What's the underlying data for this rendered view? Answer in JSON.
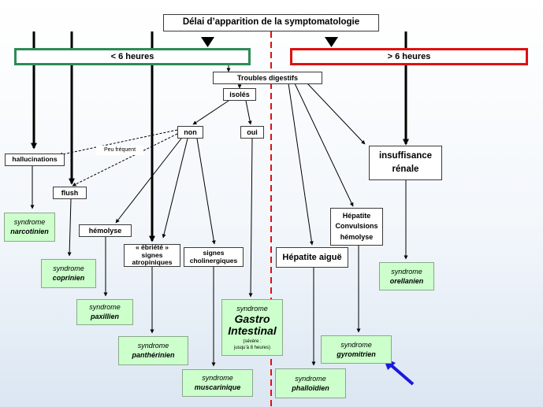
{
  "title": "Délai d’apparition de la symptomatologie",
  "branch_lt6": "< 6 heures",
  "branch_gt6": "> 6 heures",
  "troubles_digestifs": "Troubles digestifs",
  "isoles": "isolés",
  "non": "non",
  "oui": "oui",
  "peu_frequent": "Peu fréquent",
  "hallucinations": "hallucinations",
  "flush": "flush",
  "hemolyse": "hémolyse",
  "ebriete": [
    "« ébriété »",
    "signes",
    "atropiniques"
  ],
  "signes_cholinergiques": [
    "signes",
    "cholinergiques"
  ],
  "hepatite_aigue": "Hépatite aiguë",
  "hepatite_convulsions": [
    "Hépatite",
    "Convulsions",
    "hémolyse"
  ],
  "insuffisance_renale": [
    "insuffisance",
    "rénale"
  ],
  "syndrome_word": "syndrome",
  "syndromes": {
    "narcotinien": "narcotinien",
    "coprinien": "coprinien",
    "paxillien": "paxillien",
    "pantherinien": "panthérinien",
    "muscarinique": "muscarinique",
    "gastro_1": "Gastro",
    "gastro_2": "Intestinal",
    "gastro_note_1": "(sévère :",
    "gastro_note_2": "jusqu’à 8 heures)",
    "phalloidien": "phalloïdien",
    "gyromitrien": "gyromitrien",
    "orellanien": "orellanien"
  },
  "colors": {
    "lt6_border": "#2e8b57",
    "gt6_border": "#dd1111",
    "divider": "#dd1111",
    "syndrome_fill": "#ccffcc",
    "pointer_arrow": "#1a1adb"
  }
}
